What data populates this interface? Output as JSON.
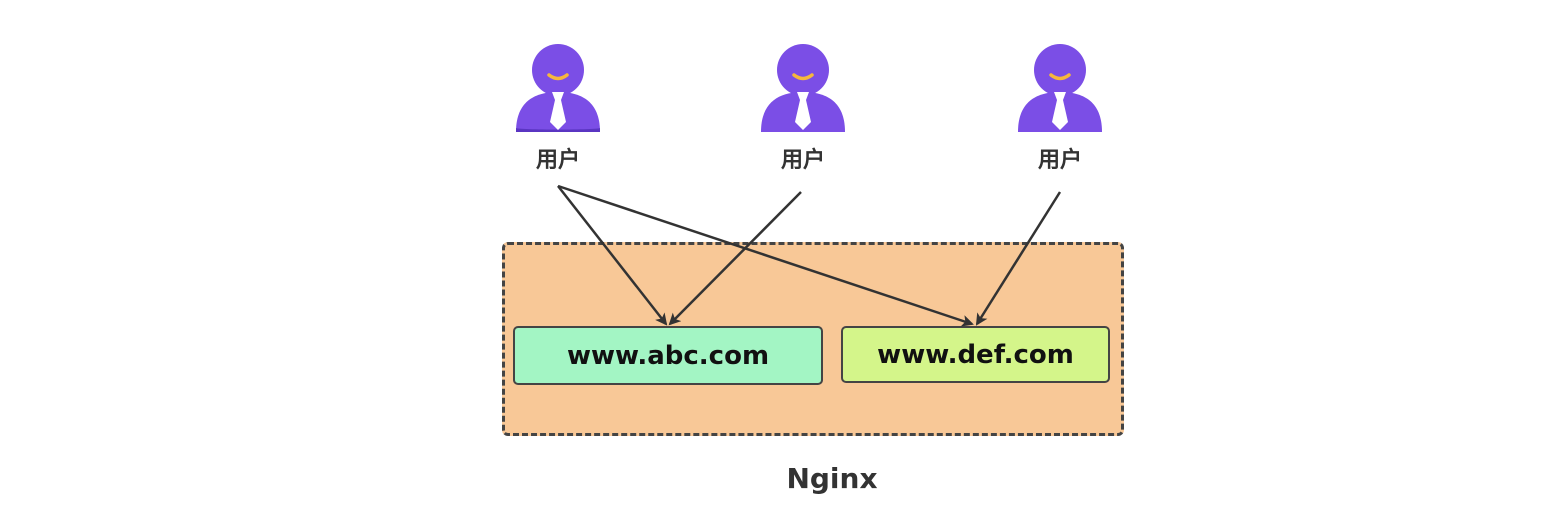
{
  "users": [
    {
      "label": "用户"
    },
    {
      "label": "用户"
    },
    {
      "label": "用户"
    }
  ],
  "sites": [
    {
      "label": "www.abc.com",
      "color": "#a3f5c4"
    },
    {
      "label": "www.def.com",
      "color": "#d4f58a"
    }
  ],
  "container": {
    "label": "Nginx",
    "color": "#f8c897"
  },
  "colors": {
    "user_icon": "#7b4ee6",
    "user_icon_dark": "#5a35c2",
    "arrow": "#333333"
  }
}
